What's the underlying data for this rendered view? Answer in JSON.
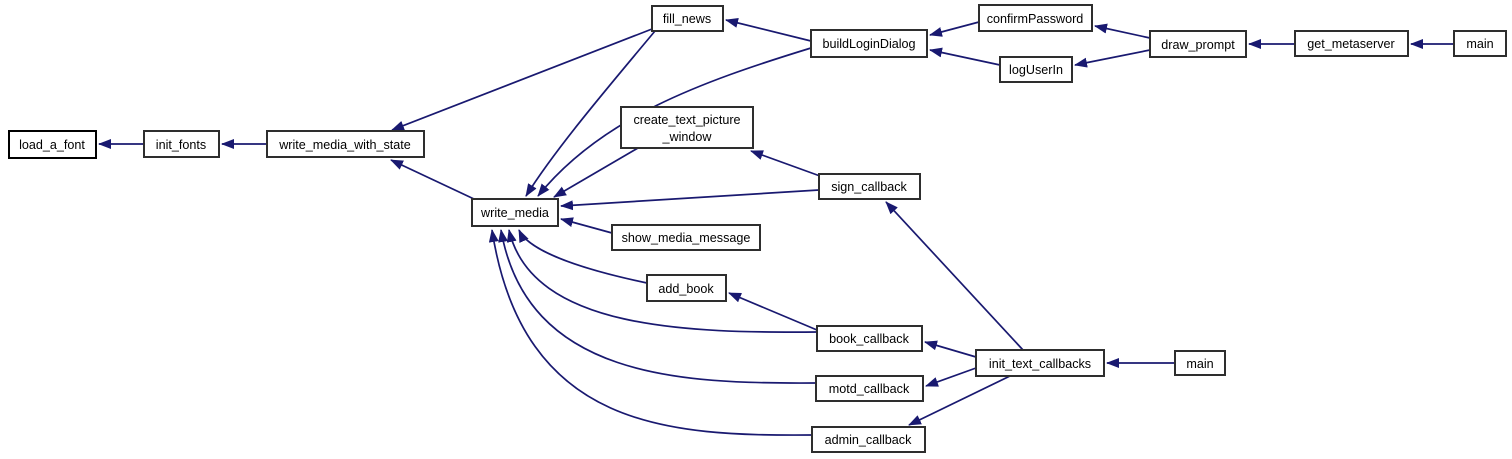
{
  "diagram": {
    "type": "doxygen-caller-graph",
    "focus_function": "load_a_font",
    "colors": {
      "background": "#ffffff",
      "edge": "#191970",
      "node_fill": "#ffffff",
      "node_border": "#2e2e2e",
      "highlight_fill": "#bfbfbf",
      "text": "#000000"
    },
    "nodes": {
      "load_a_font": {
        "label": "load_a_font",
        "highlighted": "true"
      },
      "init_fonts": {
        "label": "init_fonts"
      },
      "write_media_with_state": {
        "label": "write_media_with_state"
      },
      "fill_news": {
        "label": "fill_news"
      },
      "buildLoginDialog": {
        "label": "buildLoginDialog"
      },
      "confirmPassword": {
        "label": "confirmPassword"
      },
      "logUserIn": {
        "label": "logUserIn"
      },
      "draw_prompt": {
        "label": "draw_prompt"
      },
      "get_metaserver": {
        "label": "get_metaserver"
      },
      "main_top": {
        "label": "main"
      },
      "create_text_picture_window": {
        "label_line1": "create_text_picture",
        "label_line2": "_window"
      },
      "sign_callback": {
        "label": "sign_callback"
      },
      "write_media": {
        "label": "write_media"
      },
      "show_media_message": {
        "label": "show_media_message"
      },
      "add_book": {
        "label": "add_book"
      },
      "book_callback": {
        "label": "book_callback"
      },
      "motd_callback": {
        "label": "motd_callback"
      },
      "admin_callback": {
        "label": "admin_callback"
      },
      "init_text_callbacks": {
        "label": "init_text_callbacks"
      },
      "main_bottom": {
        "label": "main"
      }
    },
    "edges": [
      {
        "from": "init_fonts",
        "to": "load_a_font"
      },
      {
        "from": "write_media_with_state",
        "to": "init_fonts"
      },
      {
        "from": "fill_news",
        "to": "write_media_with_state"
      },
      {
        "from": "write_media",
        "to": "write_media_with_state"
      },
      {
        "from": "buildLoginDialog",
        "to": "fill_news"
      },
      {
        "from": "fill_news",
        "to": "write_media"
      },
      {
        "from": "buildLoginDialog",
        "to": "write_media"
      },
      {
        "from": "confirmPassword",
        "to": "buildLoginDialog"
      },
      {
        "from": "logUserIn",
        "to": "buildLoginDialog"
      },
      {
        "from": "draw_prompt",
        "to": "confirmPassword"
      },
      {
        "from": "draw_prompt",
        "to": "logUserIn"
      },
      {
        "from": "get_metaserver",
        "to": "draw_prompt"
      },
      {
        "from": "main_top",
        "to": "get_metaserver"
      },
      {
        "from": "create_text_picture_window",
        "to": "write_media"
      },
      {
        "from": "sign_callback",
        "to": "create_text_picture_window"
      },
      {
        "from": "sign_callback",
        "to": "write_media"
      },
      {
        "from": "show_media_message",
        "to": "write_media"
      },
      {
        "from": "add_book",
        "to": "write_media"
      },
      {
        "from": "book_callback",
        "to": "write_media"
      },
      {
        "from": "motd_callback",
        "to": "write_media"
      },
      {
        "from": "admin_callback",
        "to": "write_media"
      },
      {
        "from": "book_callback",
        "to": "add_book"
      },
      {
        "from": "init_text_callbacks",
        "to": "sign_callback"
      },
      {
        "from": "init_text_callbacks",
        "to": "book_callback"
      },
      {
        "from": "init_text_callbacks",
        "to": "motd_callback"
      },
      {
        "from": "init_text_callbacks",
        "to": "admin_callback"
      },
      {
        "from": "main_bottom",
        "to": "init_text_callbacks"
      }
    ]
  }
}
